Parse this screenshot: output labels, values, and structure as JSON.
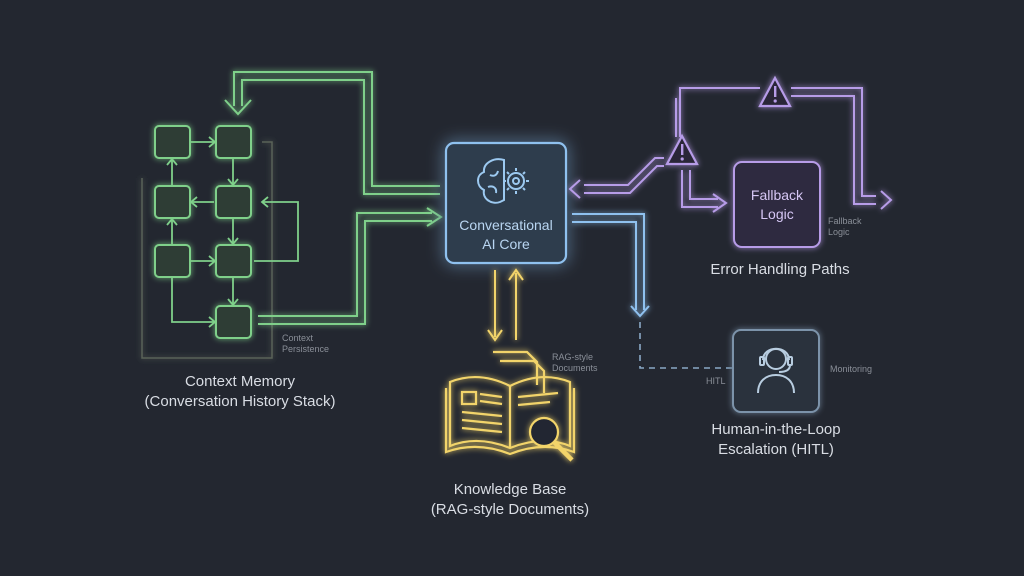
{
  "colors": {
    "background": "#232730",
    "memory_green": "#7fd08a",
    "core_blue": "#8fc1ef",
    "knowledge_yellow": "#f2d46b",
    "error_purple": "#b79ce8",
    "hitl_blue": "#8aa9c6"
  },
  "core": {
    "title_line1": "Conversational",
    "title_line2": "AI Core",
    "icon": "brain-gear-icon"
  },
  "memory": {
    "title_line1": "Context Memory",
    "title_line2": "(Conversation History Stack)",
    "note_line1": "Context",
    "note_line2": "Persistence"
  },
  "knowledge": {
    "title_line1": "Knowledge Base",
    "title_line2": "(RAG-style Documents)",
    "note_line1": "RAG-style",
    "note_line2": "Documents",
    "icon": "open-book-magnifier-icon"
  },
  "error": {
    "title": "Error Handling Paths",
    "fallback_line1": "Fallback",
    "fallback_line2": "Logic",
    "note_line1": "Fallback",
    "note_line2": "Logic",
    "icon": "warning-icon"
  },
  "hitl": {
    "title_line1": "Human-in-the-Loop",
    "title_line2": "Escalation (HITL)",
    "left_note": "HITL",
    "right_note": "Monitoring",
    "icon": "headset-agent-icon"
  }
}
